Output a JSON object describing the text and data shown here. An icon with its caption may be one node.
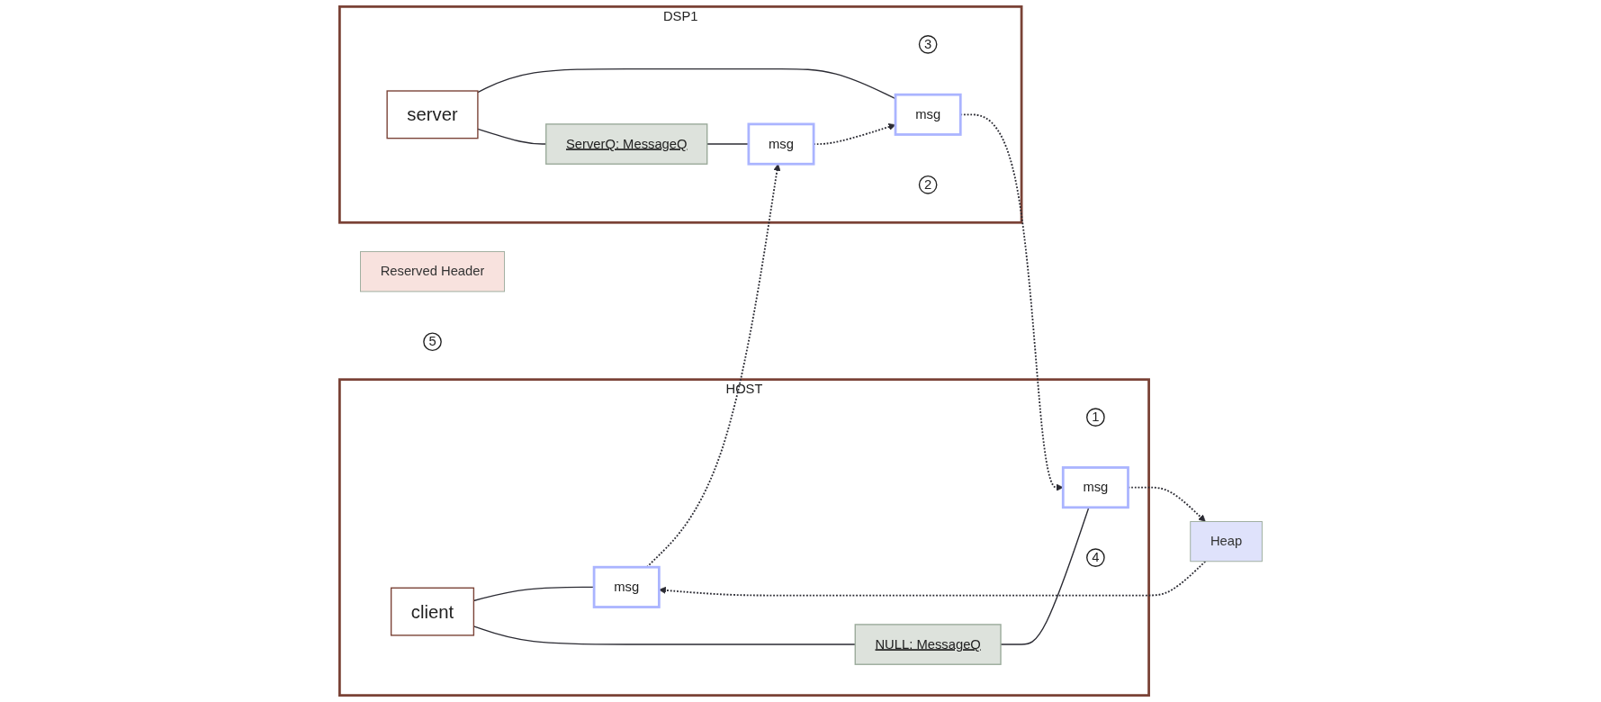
{
  "diagram": {
    "nodes": [
      {
        "text": [
          "HOST"
        ]
      },
      {
        "text": [
          "client"
        ],
        "in": 0
      },
      {
        "text": [
          "msg"
        ],
        "in": 0
      },
      {
        "text": [
          "1"
        ],
        "in": 0
      },
      {
        "text": [
          "NULL: MessageQ"
        ],
        "in": 0
      },
      {
        "text": [
          "msg"
        ],
        "in": 0
      },
      {
        "text": [
          "4"
        ],
        "in": 0
      },
      {
        "text": [
          "Reserved Header"
        ]
      },
      {
        "text": [
          "Heap"
        ]
      },
      {
        "text": [
          "5"
        ]
      },
      {
        "text": [
          "DSP1"
        ]
      },
      {
        "text": [
          "server"
        ],
        "in": 10
      },
      {
        "text": [
          "3"
        ],
        "in": 10
      },
      {
        "text": [
          "msg"
        ],
        "in": 10
      },
      {
        "text": [
          "ServerQ: MessageQ"
        ],
        "in": 10
      },
      {
        "text": [
          "msg"
        ],
        "in": 10
      },
      {
        "text": [
          "2"
        ],
        "in": 10
      }
    ],
    "edges": [
      {
        "from": 1,
        "to": 2,
        "arrow": "none"
      },
      {
        "from": 1,
        "to": 4,
        "arrow": "none"
      },
      {
        "from": 4,
        "to": 5,
        "arrow": "none"
      },
      {
        "from": 11,
        "to": 13,
        "arrow": "none"
      },
      {
        "from": 11,
        "to": 14,
        "arrow": "none"
      },
      {
        "from": 14,
        "to": 15,
        "arrow": "none"
      },
      {
        "from": 8,
        "to": 2,
        "arrow": "to",
        "style": "dashed"
      },
      {
        "from": 2,
        "to": 15,
        "arrow": "to",
        "style": "dashed"
      },
      {
        "from": 15,
        "to": 13,
        "arrow": "to",
        "style": "dashed"
      },
      {
        "from": 13,
        "to": 5,
        "arrow": "to",
        "style": "dashed"
      },
      {
        "from": 5,
        "to": 8,
        "arrow": "to",
        "style": "dashed"
      }
    ]
  }
}
